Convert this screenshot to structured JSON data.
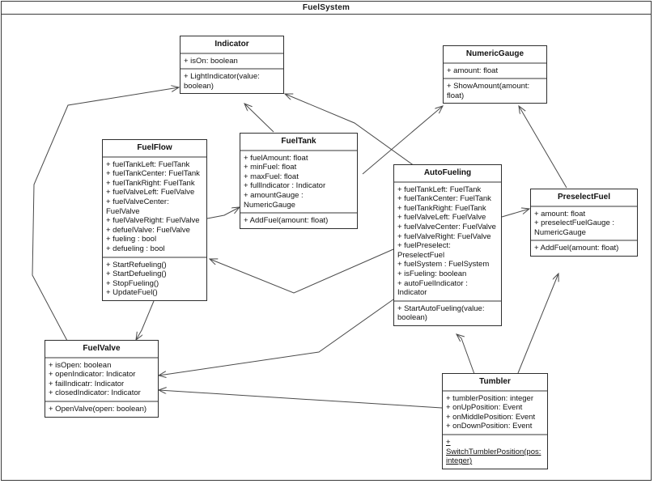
{
  "diagram": {
    "title": "FuelSystem",
    "type": "uml-class-diagram",
    "frame_border_color": "#3a3a3a",
    "box_border_color": "#2e2e2e",
    "separator_color": "#9a9a9a",
    "background": "#ffffff",
    "line_color": "#4a4a4a"
  },
  "classes": {
    "indicator": {
      "name": "Indicator",
      "attributes": [
        "+ isOn: boolean"
      ],
      "operations": [
        "+ LightIndicator(value: boolean)"
      ]
    },
    "numericgauge": {
      "name": "NumericGauge",
      "attributes": [
        "+ amount: float"
      ],
      "operations": [
        "+ ShowAmount(amount: float)"
      ]
    },
    "fuelflow": {
      "name": "FuelFlow",
      "attributes": [
        "+ fuelTankLeft: FuelTank",
        "+ fuelTankCenter: FuelTank",
        "+ fuelTankRight: FuelTank",
        "+ fuelValveLeft: FuelValve",
        "+ fuelValveCenter: FuelValve",
        "+ fuelValveRight: FuelValve",
        "+ defuelValve: FuelValve",
        "+ fueling : bool",
        "+ defueling : bool"
      ],
      "operations": [
        "+ StartRefueling()",
        "+ StartDefueling()",
        "+ StopFueling()",
        "+ UpdateFuel()"
      ]
    },
    "fueltank": {
      "name": "FuelTank",
      "attributes": [
        "+ fuelAmount: float",
        "+ minFuel: float",
        "+ maxFuel: float",
        "+ fullIndicator : Indicator",
        "+ amountGauge : NumericGauge"
      ],
      "operations": [
        "+ AddFuel(amount: float)"
      ]
    },
    "autofueling": {
      "name": "AutoFueling",
      "attributes": [
        "+ fuelTankLeft: FuelTank",
        "+ fuelTankCenter: FuelTank",
        "+ fuelTankRight: FuelTank",
        "+ fuelValveLeft: FuelValve",
        "+ fuelValveCenter: FuelValve",
        "+ fuelValveRight: FuelValve",
        "+ fuelPreselect: PreselectFuel",
        "+ fuelSystem : FuelSystem",
        "+ isFueling: boolean",
        "+ autoFuelIndicator : Indicator"
      ],
      "operations": [
        "+ StartAutoFueling(value: boolean)"
      ]
    },
    "preselectfuel": {
      "name": "PreselectFuel",
      "attributes": [
        "+ amount: float",
        "+ preselectFuelGauge : NumericGauge"
      ],
      "operations": [
        "+ AddFuel(amount: float)"
      ]
    },
    "fuelvalve": {
      "name": "FuelValve",
      "attributes": [
        "+ isOpen: boolean",
        "+ openIndicator: Indicator",
        "+ failIndicatr: Indicator",
        "+ closedIndicator: Indicator"
      ],
      "operations": [
        "+ OpenValve(open: boolean)"
      ]
    },
    "tumbler": {
      "name": "Tumbler",
      "attributes": [
        "+ tumblerPosition: integer",
        "+ onUpPosition: Event",
        "+ onMiddlePosition: Event",
        "+ onDownPosition: Event"
      ],
      "operations": [
        "+ SwitchTumblerPosition(pos: integer)"
      ],
      "operations_static": [
        true
      ]
    }
  },
  "relations": [
    {
      "from": "FuelValve",
      "to": "Indicator",
      "kind": "association-arrow"
    },
    {
      "from": "FuelTank",
      "to": "Indicator",
      "kind": "association-arrow"
    },
    {
      "from": "AutoFueling",
      "to": "Indicator",
      "kind": "association-arrow"
    },
    {
      "from": "FuelTank",
      "to": "NumericGauge",
      "kind": "association-arrow"
    },
    {
      "from": "PreselectFuel",
      "to": "NumericGauge",
      "kind": "association-arrow"
    },
    {
      "from": "FuelFlow",
      "to": "FuelTank",
      "kind": "association-arrow"
    },
    {
      "from": "FuelFlow",
      "to": "FuelValve",
      "kind": "association-arrow"
    },
    {
      "from": "AutoFueling",
      "to": "FuelFlow",
      "kind": "association-arrow"
    },
    {
      "from": "AutoFueling",
      "to": "FuelValve",
      "kind": "association-arrow"
    },
    {
      "from": "AutoFueling",
      "to": "PreselectFuel",
      "kind": "association-arrow"
    },
    {
      "from": "Tumbler",
      "to": "AutoFueling",
      "kind": "association-arrow"
    },
    {
      "from": "Tumbler",
      "to": "PreselectFuel",
      "kind": "association-arrow"
    },
    {
      "from": "Tumbler",
      "to": "FuelValve",
      "kind": "association-arrow"
    }
  ]
}
